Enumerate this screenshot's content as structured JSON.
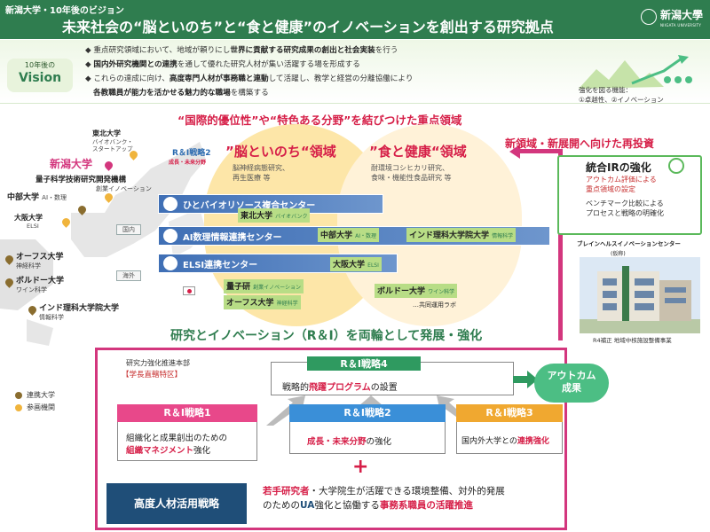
{
  "header": {
    "subtitle": "新潟大学・10年後のビジョン",
    "title": "未来社会の“脳といのち”と“食と健康”のイノベーションを創出する研究拠点",
    "logo_name": "新潟大學",
    "logo_en": "NIIGATA UNIVERSITY"
  },
  "vision": {
    "label_small": "10年後の",
    "label_big": "Vision",
    "line1a": "重点研究領域において、地域が頼りにし",
    "line1b": "世界に貢献する研究成果の創出と社会実装",
    "line1c": "を行う",
    "line2a": "国内外研究機関との連携",
    "line2b": "を通して優れた研究人材が集い活躍する場を形成する",
    "line3a": "これらの達成に向け、",
    "line3b": "高度専門人材が事務職と連動",
    "line3c": "して活躍し、教学と経営の分離協働により",
    "line4a": "各教職員が能力を活かせる魅力的な職場",
    "line4b": "を構築する",
    "strength_label": "強化を図る機能：",
    "strength_items": "①卓越性、②イノベーション"
  },
  "focus": {
    "title": "“国際的優位性”や“特色ある分野”を結びつけた重点領域",
    "brain_title": "”脳といのち“領域",
    "brain_sub1": "脳神経病態研究、",
    "brain_sub2": "再生医療 等",
    "food_title": "”食と健康“領域",
    "food_sub1": "耐環境コシヒカリ研究、",
    "food_sub2": "食味・機能性食品研究 等",
    "ri2": "R＆I戦略2",
    "ri2_sub": "成長・未来分野"
  },
  "centers": [
    {
      "label": "ひとバイオリソース複合センター"
    },
    {
      "label": "AI数理情報連携センター"
    },
    {
      "label": "ELSI連携センター"
    }
  ],
  "tags": {
    "tohoku": "東北大学",
    "tohoku_sub": "バイオバンク",
    "chubu": "中部大学",
    "chubu_sub": "AI・数理",
    "indo": "インド理科大学院大学",
    "indo_sub": "情報科学",
    "osaka": "大阪大学",
    "osaka_sub": "ELSI",
    "ryoshi": "量子研",
    "ryoshi_sub": "創業イノベーション",
    "bordeaux": "ボルドー大学",
    "bordeaux_sub": "ワイン科学",
    "otago": "オーフス大学",
    "otago_sub": "神経科学",
    "lab": "…共同運用ラボ"
  },
  "map": {
    "niigata": "新潟大学",
    "tohoku": "東北大学",
    "tohoku_sub1": "バイオバンク・",
    "tohoku_sub2": "スタートアップ",
    "qst": "量子科学技術研究開発機構",
    "qst_sub": "創業イノベーション",
    "chubu": "中部大学",
    "chubu_sub": "AI・数理",
    "osaka": "大阪大学",
    "osaka_sub": "ELSI",
    "domestic": "国内",
    "overseas": "海外",
    "aarhus": "オーフス大学",
    "aarhus_sub": "神経科学",
    "bordeaux": "ボルドー大学",
    "bordeaux_sub": "ワイン科学",
    "indo": "インド理科大学院大学",
    "indo_sub": "情報科学"
  },
  "legend": {
    "partner": "連携大学",
    "participant": "参画機関",
    "partner_color": "#8a6d2f",
    "participant_color": "#f0b43c"
  },
  "reinvest": {
    "label": "新領域・新展開へ向けた再投資",
    "ir_title": "統合IRの強化",
    "ir_eval1": "アウトカム評価による",
    "ir_eval2": "重点領域の設定",
    "ir_bench1": "ベンチマーク比較による",
    "ir_bench2": "プロセスと戦略の明確化",
    "bldg_cap": "ブレインヘルスイノベーションセンター",
    "bldg_cap2": "(仮称)",
    "bldg_note": "R4補正 地域中核施設整備事業"
  },
  "ri": {
    "title": "研究とイノベーション（R＆I）を両輪として発展・強化",
    "hq1": "研究力強化推進本部",
    "hq2": "【学長直轄特区】",
    "ri4_head": "R＆I戦略4",
    "ri4_a": "戦略的",
    "ri4_b": "飛躍プログラム",
    "ri4_c": "の設置",
    "outcome1": "アウトカム",
    "outcome2": "成果",
    "ri1_head": "R＆I戦略1",
    "ri1_a": "組織化と成果創出のための",
    "ri1_b": "組織マネジメント",
    "ri1_c": "強化",
    "ri2_head": "R＆I戦略2",
    "ri2_a": "成長・未来分野",
    "ri2_b": "の強化",
    "ri3_head": "R＆I戦略3",
    "ri3_a": "国内外大学との",
    "ri3_b": "連携強化",
    "plus": "+",
    "talent_label": "高度人材活用戦略",
    "talent_1a": "若手研究者",
    "talent_1b": "・大学院生が活躍できる環境整備、対外的発展",
    "talent_2a": "のための",
    "talent_2b": "UA",
    "talent_2c": "強化と協働する",
    "talent_2d": "事務系職員の活躍推進"
  },
  "colors": {
    "header": "#2f7d4f",
    "accent_pink": "#d3367d",
    "accent_red": "#d61f48",
    "ri1": "#e8488a",
    "ri2": "#3a8fd8",
    "ri3": "#f0a830",
    "ri4": "#2f9a60"
  }
}
